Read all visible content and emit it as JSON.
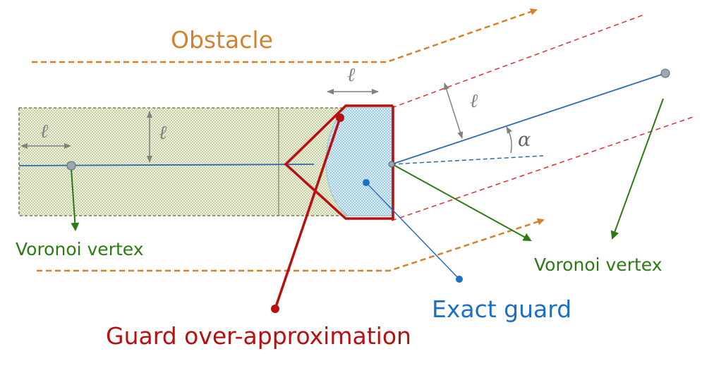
{
  "labels": {
    "obstacle": "Obstacle",
    "voronoi_left": "Voronoi vertex",
    "voronoi_right": "Voronoi vertex",
    "exact_guard": "Exact guard",
    "guard_over": "Guard over-approximation",
    "ell_left_h": "ℓ",
    "ell_left_v": "ℓ",
    "ell_top": "ℓ",
    "ell_right": "ℓ",
    "alpha": "α"
  },
  "colors": {
    "obstacle": "#d4812c",
    "voronoi": "#2c7a12",
    "exact_guard": "#1b6fc4",
    "guard_over": "#b80f0f",
    "red_dashed": "#e03030",
    "blue_line": "#2e6aa8",
    "region_fill": "#c9d3a3",
    "region_border": "#5b6b3a",
    "guard_fill": "#b9dcea",
    "dimension": "#808080"
  }
}
